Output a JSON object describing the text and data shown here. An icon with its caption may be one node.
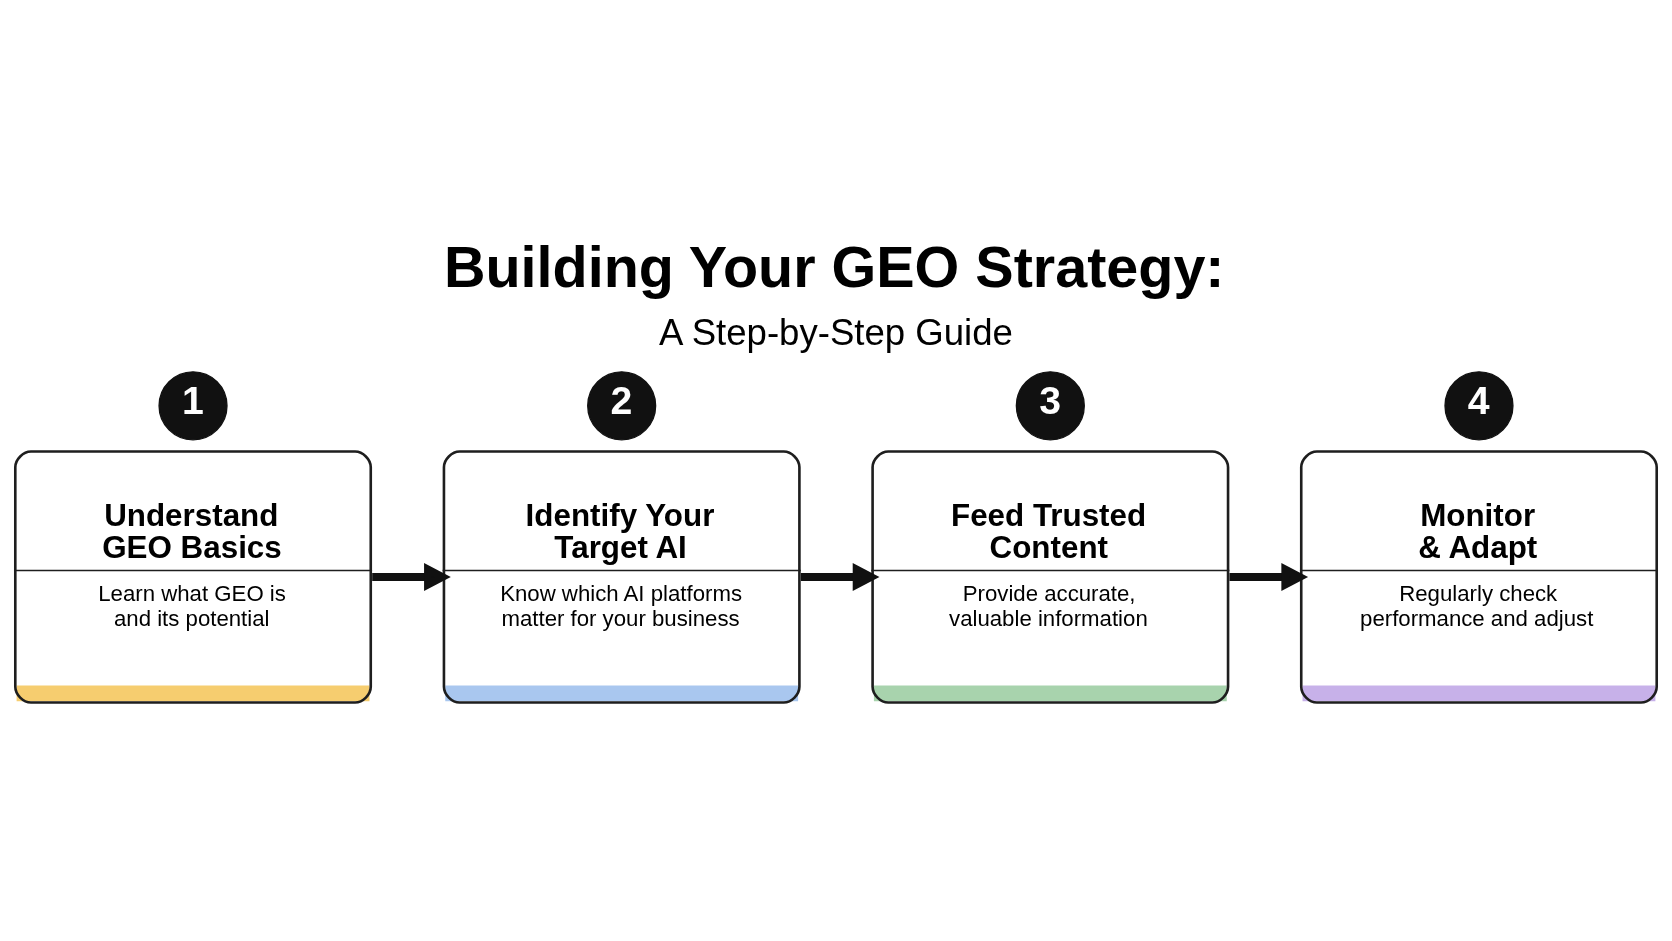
{
  "diagram": {
    "title": "Building Your GEO Strategy:",
    "nodes": [
      {
        "text": [
          "1"
        ]
      },
      {
        "text": [
          "Understand GEO Basics",
          "Learn what GEO is and its potential"
        ]
      },
      {
        "text": [
          "2"
        ]
      },
      {
        "text": [
          "Identify Your Target AI",
          "Know which AI platforms matter for your business"
        ]
      },
      {
        "text": [
          "3"
        ]
      },
      {
        "text": [
          "Feed Trusted Content",
          "Provide accurate, valuable information"
        ]
      },
      {
        "text": [
          "4"
        ]
      },
      {
        "text": [
          "Monitor & Adapt",
          "Regularly check performance and adjust"
        ]
      }
    ],
    "edges": [
      {
        "from": 1,
        "to": 3,
        "arrow": "to"
      },
      {
        "from": 3,
        "to": 5,
        "arrow": "to"
      },
      {
        "from": 5,
        "to": 7,
        "arrow": "to"
      }
    ],
    "labels": [
      "A Step-by-Step Guide"
    ]
  }
}
